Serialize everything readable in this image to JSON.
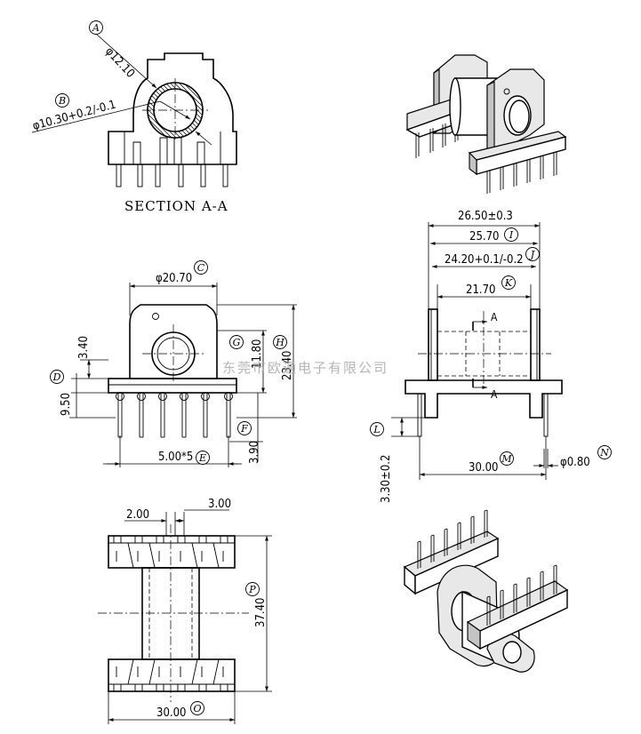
{
  "section_title": "SECTION A-A",
  "watermark": "东莞市欧通电子有限公司",
  "callouts": [
    "A",
    "B",
    "C",
    "D",
    "E",
    "F",
    "G",
    "H",
    "I",
    "J",
    "K",
    "L",
    "M",
    "N",
    "O",
    "P"
  ],
  "dimensions": {
    "d_12_10": "φ12.10",
    "d_10_30": "φ10.30+0.2/-0.1",
    "d_20_70": "φ20.70",
    "v_3_40": "3.40",
    "v_9_50": "9.50",
    "v_11_80": "11.80",
    "v_23_40": "23.40",
    "v_3_90": "3.90",
    "pitch": "5.00*5",
    "w_26_50": "26.50±0.3",
    "w_25_70": "25.70",
    "w_24_20": "24.20+0.1/-0.2",
    "w_21_70": "21.70",
    "v_3_30": "3.30±0.2",
    "w_30_00": "30.00",
    "pin_dia": "φ0.80",
    "t_2_00": "2.00",
    "t_3_00": "3.00",
    "v_37_40": "37.40",
    "b_30_00": "30.00"
  },
  "section_marks": [
    "A",
    "A"
  ]
}
